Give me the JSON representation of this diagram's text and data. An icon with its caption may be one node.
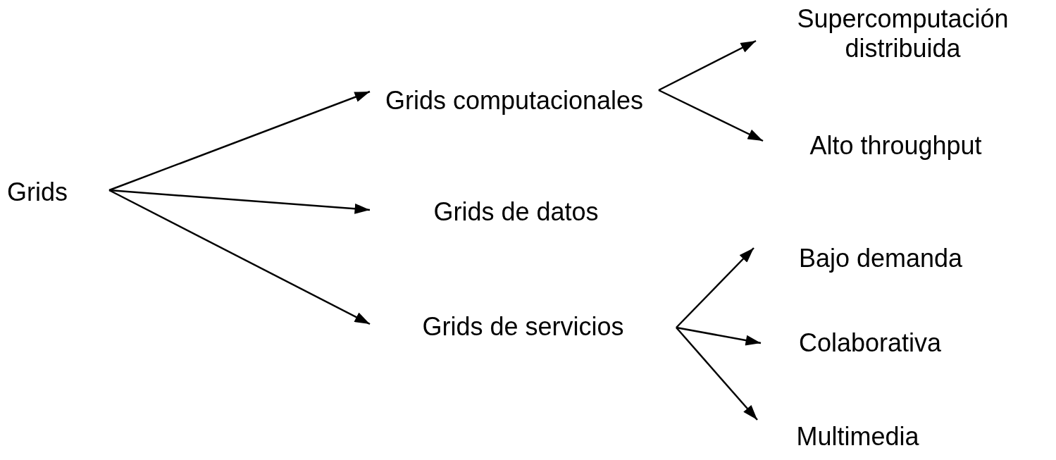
{
  "diagram": {
    "nodes": [
      {
        "text": [
          "Grids"
        ]
      },
      {
        "text": [
          "Grids computacionales"
        ]
      },
      {
        "text": [
          "Grids de datos"
        ]
      },
      {
        "text": [
          "Grids de servicios"
        ]
      },
      {
        "text": [
          "Supercomputación distribuida"
        ]
      },
      {
        "text": [
          "Alto throughput"
        ]
      },
      {
        "text": [
          "Bajo demanda"
        ]
      },
      {
        "text": [
          "Colaborativa"
        ]
      },
      {
        "text": [
          "Multimedia"
        ]
      }
    ],
    "edges": [
      {
        "from": 0,
        "to": 1,
        "arrow": "to"
      },
      {
        "from": 0,
        "to": 2,
        "arrow": "to"
      },
      {
        "from": 0,
        "to": 3,
        "arrow": "to"
      },
      {
        "from": 1,
        "to": 4,
        "arrow": "to"
      },
      {
        "from": 1,
        "to": 5,
        "arrow": "to"
      },
      {
        "from": 3,
        "to": 6,
        "arrow": "to"
      },
      {
        "from": 3,
        "to": 7,
        "arrow": "to"
      },
      {
        "from": 3,
        "to": 8,
        "arrow": "to"
      }
    ]
  }
}
